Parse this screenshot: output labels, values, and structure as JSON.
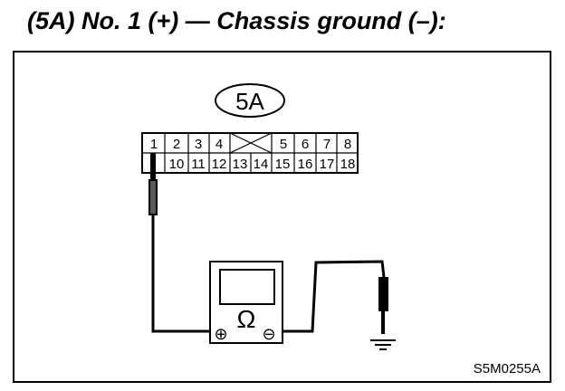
{
  "title": "(5A) No. 1 (+) — Chassis ground (–):",
  "connector": {
    "label": "5A",
    "top_row": [
      "1",
      "2",
      "3",
      "4",
      "",
      "5",
      "6",
      "7",
      "8"
    ],
    "bottom_row": [
      "",
      "10",
      "11",
      "12",
      "13",
      "14",
      "15",
      "16",
      "17",
      "18"
    ]
  },
  "meter": {
    "symbol": "Ω",
    "plus": "⊕",
    "minus": "⊖"
  },
  "figure_code": "S5M0255A"
}
